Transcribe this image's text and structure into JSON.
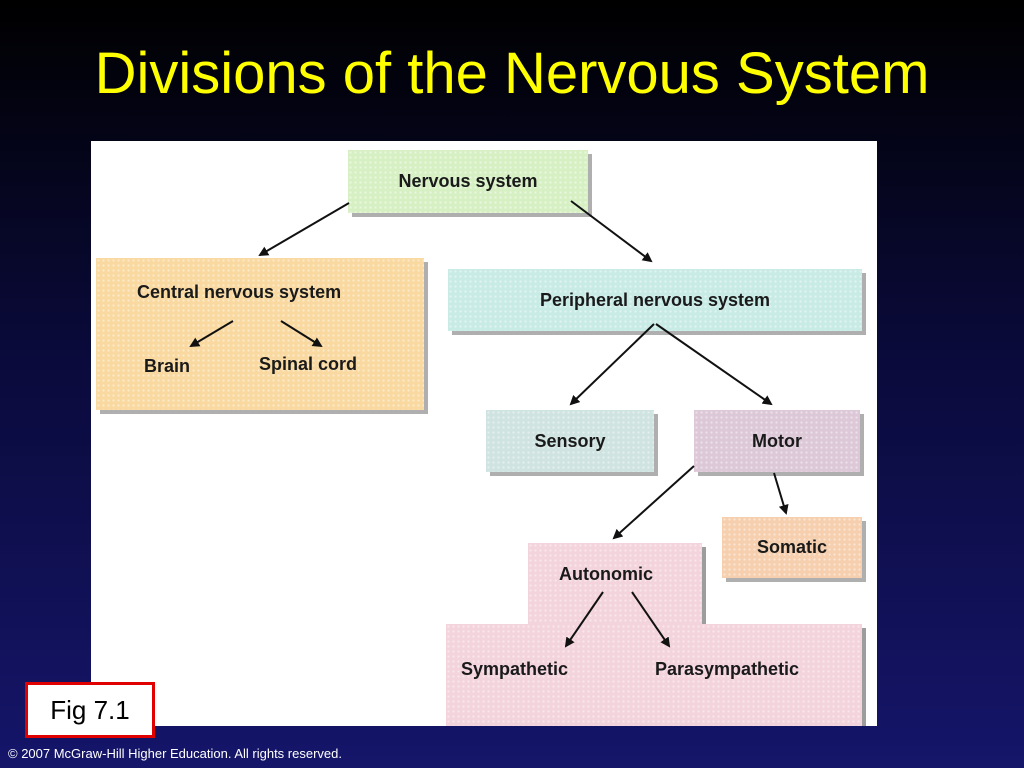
{
  "slide": {
    "title": "Divisions of the Nervous System",
    "figure_label": "Fig 7.1",
    "copyright": "© 2007 McGraw-Hill Higher Education. All rights reserved."
  },
  "diagram": {
    "nervous_system": "Nervous system",
    "central": "Central nervous system",
    "brain": "Brain",
    "spinal_cord": "Spinal cord",
    "peripheral": "Peripheral nervous system",
    "sensory": "Sensory",
    "motor": "Motor",
    "somatic": "Somatic",
    "autonomic": "Autonomic",
    "sympathetic": "Sympathetic",
    "parasympathetic": "Parasympathetic"
  },
  "colors": {
    "title": "#ffff00",
    "nervous_system_box": "#d6f0c4",
    "central_box": "#f9d9a0",
    "peripheral_box": "#c8ebe6",
    "sensory_box": "#cfe3e0",
    "motor_box": "#ddc8d8",
    "somatic_box": "#f6cfae",
    "autonomic_box": "#f3d3dc",
    "fig_border": "#e00000"
  }
}
